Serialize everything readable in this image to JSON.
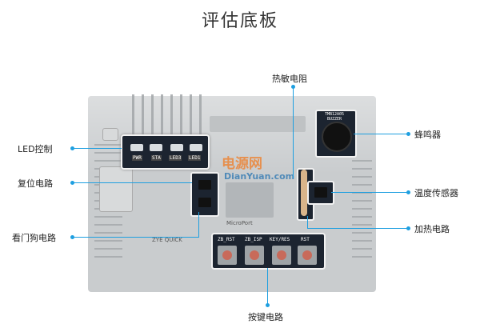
{
  "title": "评估底板",
  "labels": {
    "led": "LED控制",
    "reset": "复位电路",
    "watchdog": "看门狗电路",
    "thermistor": "热敏电阻",
    "buzzer": "蜂鸣器",
    "temp_sensor": "温度传感器",
    "heater": "加热电路",
    "keys": "按键电路"
  },
  "leds": [
    "PWR",
    "STA",
    "LED3",
    "LED1"
  ],
  "keys": [
    "ZB_RST",
    "ZB_ISP",
    "KEY/RES",
    "RST"
  ],
  "board_text": {
    "microport": "MicroPort",
    "brand": "ZYE QUICK",
    "buzzer_caption": "TMB12A05 BUZZER"
  },
  "watermark": {
    "cn": "电源网",
    "en": "DianYuan.com"
  },
  "colors": {
    "accent": "#1e9fe0",
    "highlight_bg": "#1c2430"
  }
}
